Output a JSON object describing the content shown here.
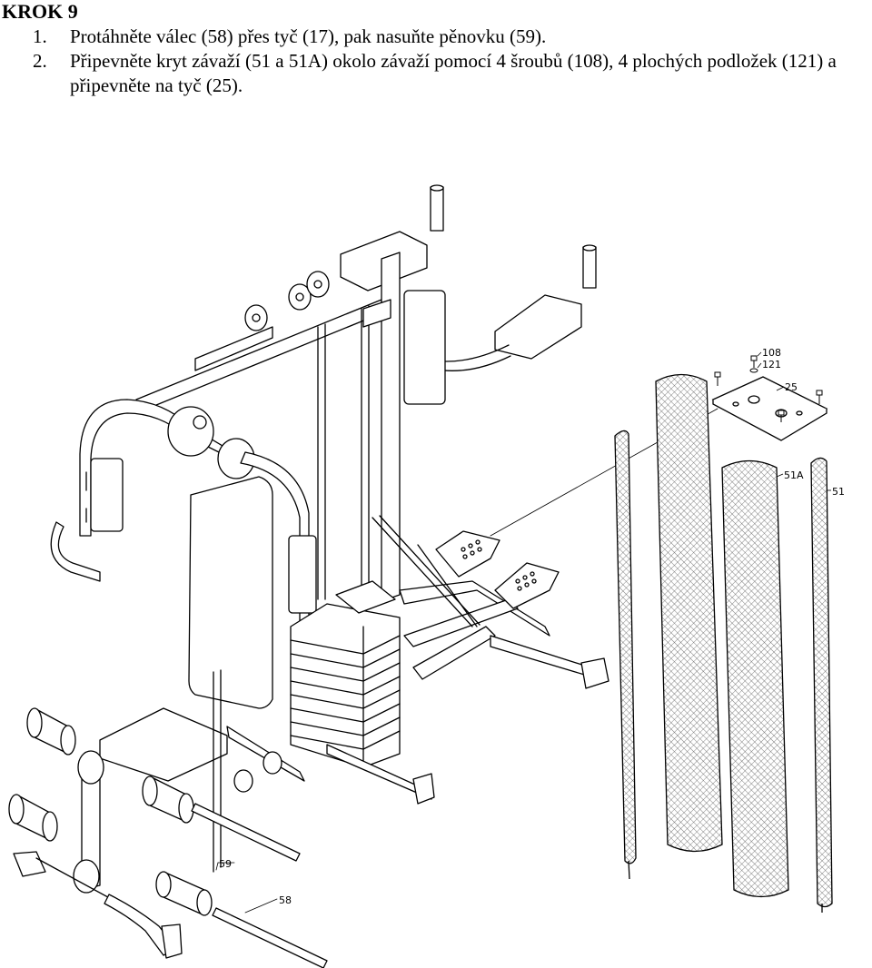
{
  "heading": "KROK 9",
  "steps": [
    {
      "number": "1.",
      "text": "Protáhněte válec (58) přes tyč (17), pak nasuňte pěnovku (59)."
    },
    {
      "number": "2.",
      "text": "Připevněte kryt závaží (51 a 51A) okolo závaží pomocí 4 šroubů (108), 4 plochých podložek (121) a připevněte na tyč (25)."
    }
  ],
  "figure_labels": {
    "part_108": "108",
    "part_121": "121",
    "part_25": "25",
    "part_51A": "51A",
    "part_51": "51",
    "part_59": "59",
    "part_58": "58"
  }
}
